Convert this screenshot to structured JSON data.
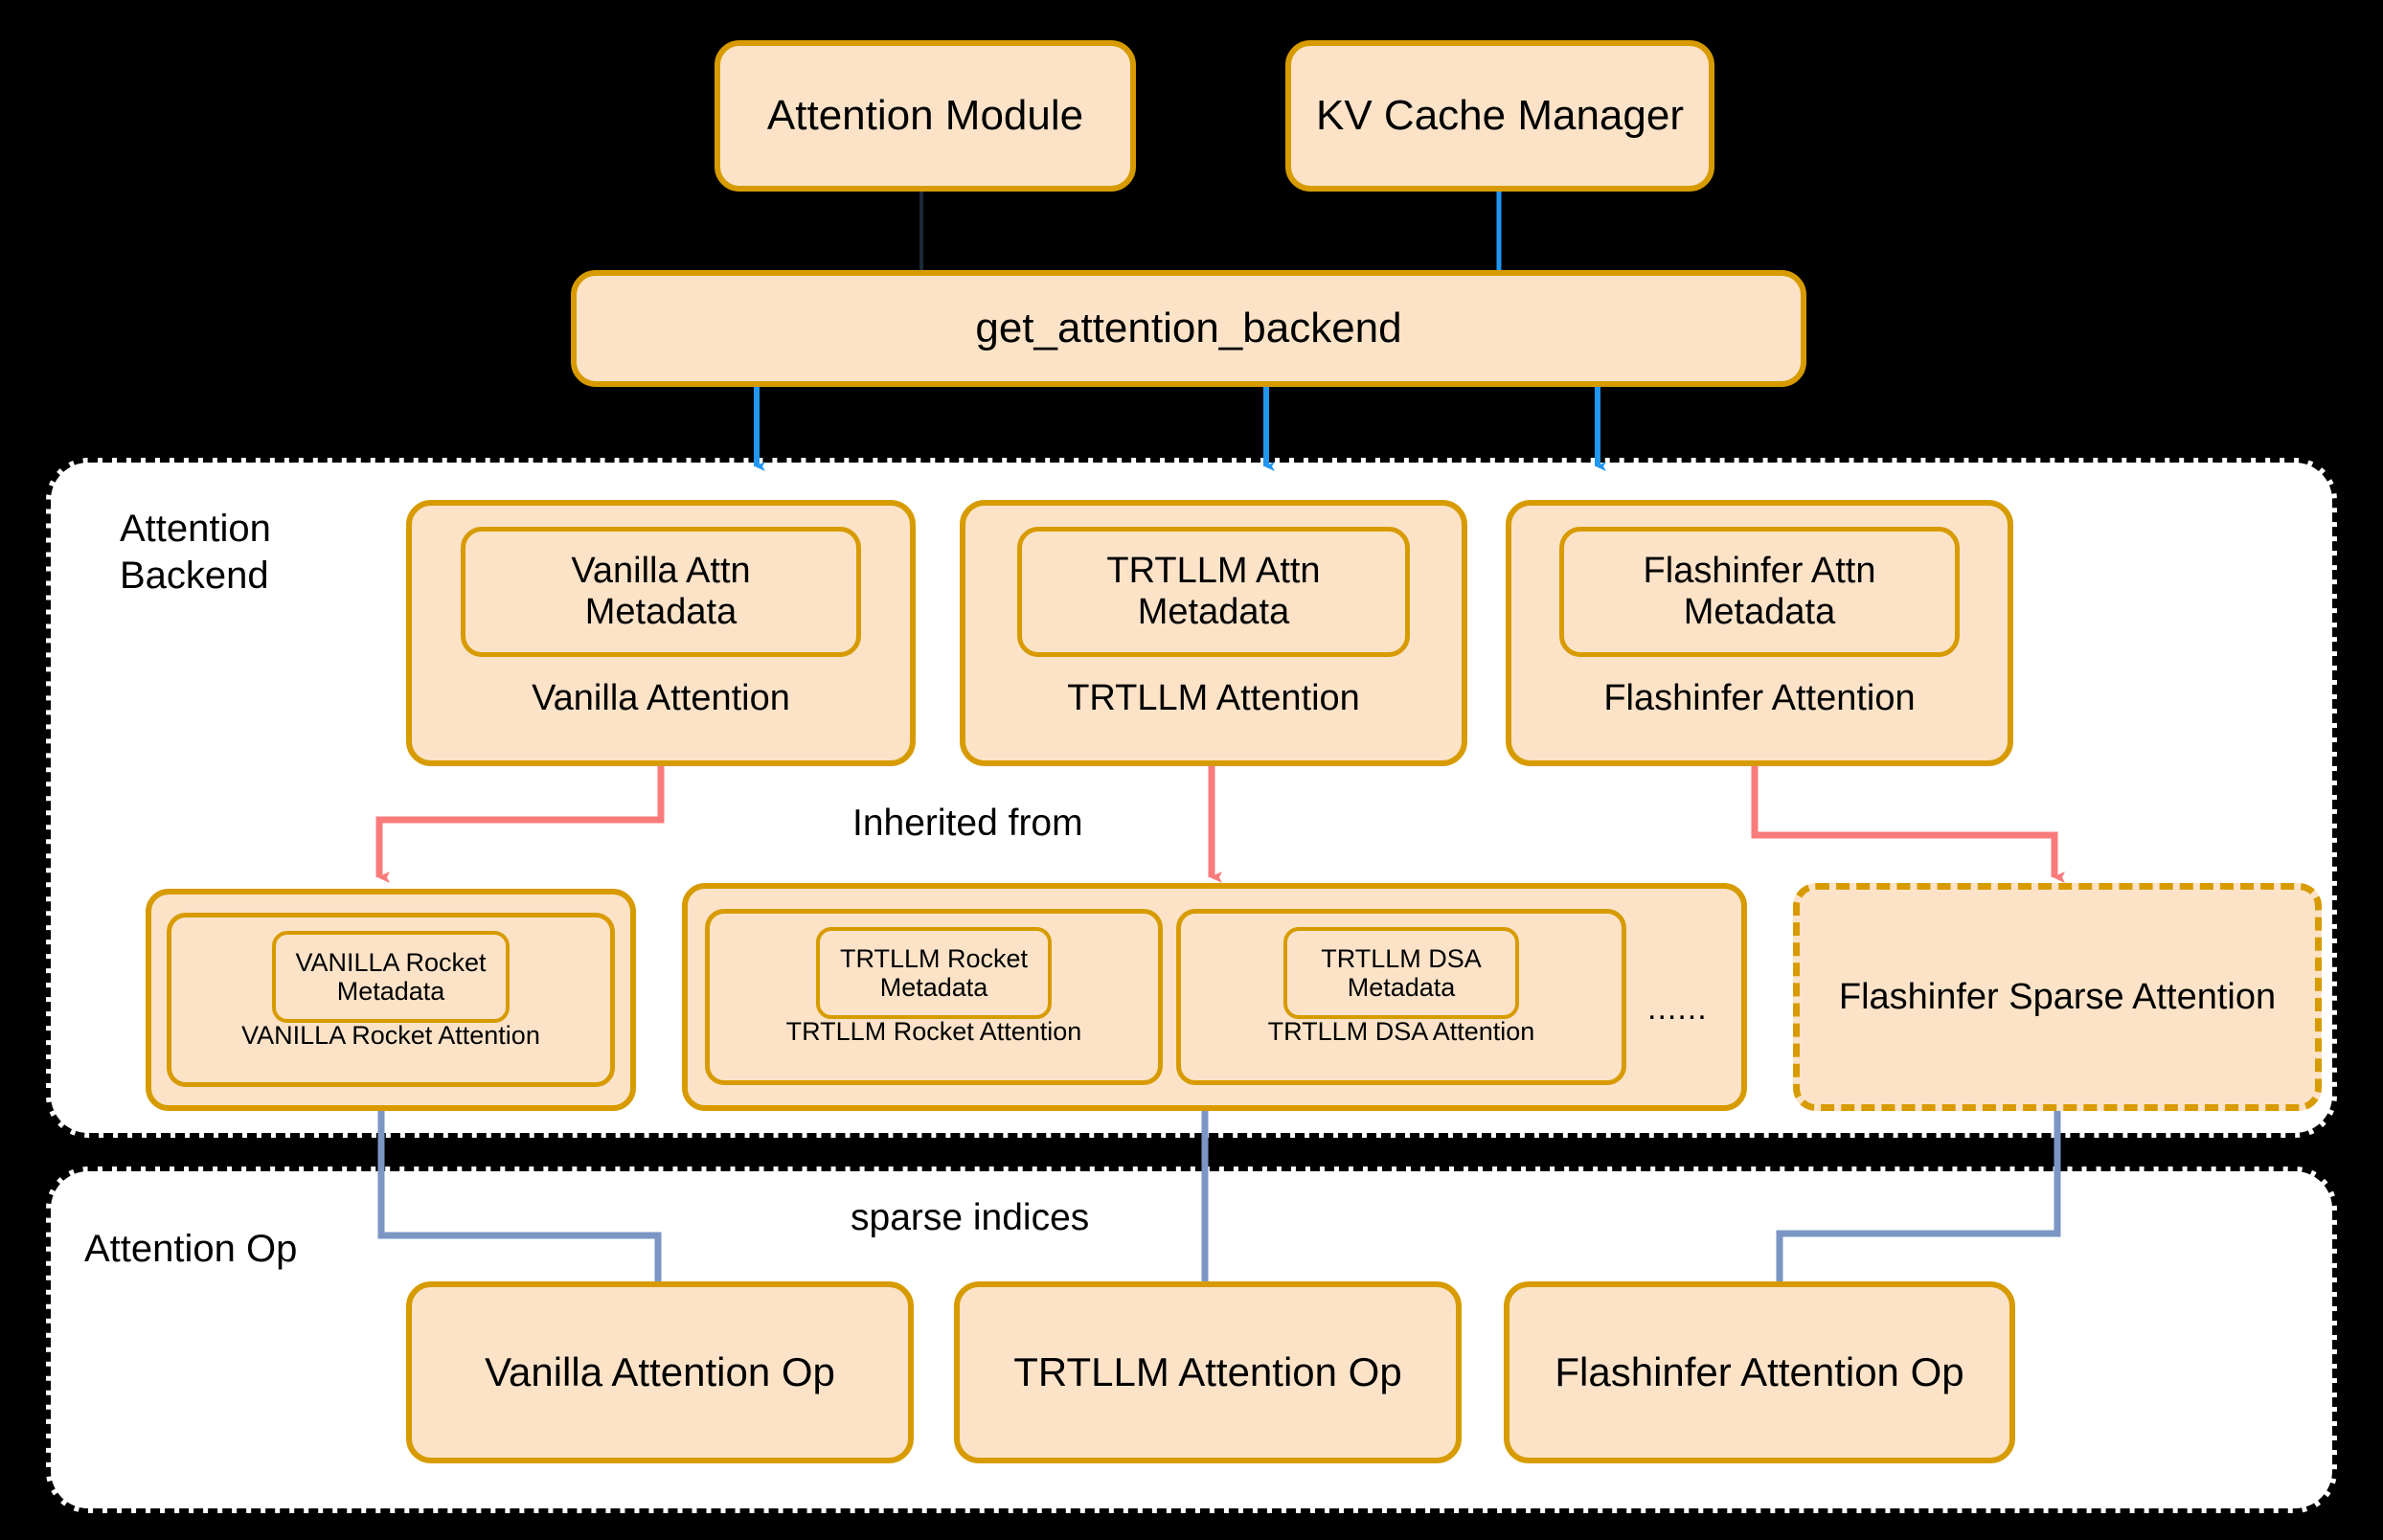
{
  "diagram": {
    "title_nodes": {
      "attention_module": "Attention Module",
      "kv_cache_manager": "KV Cache Manager",
      "get_attention_backend": "get_attention_backend"
    },
    "sections": [
      {
        "id": "attention-backend",
        "label": "Attention\nBackend"
      },
      {
        "id": "attention-op",
        "label": "Attention Op"
      }
    ],
    "backends": [
      {
        "metadata": "Vanilla Attn\nMetadata",
        "name": "Vanilla Attention"
      },
      {
        "metadata": "TRTLLM Attn\nMetadata",
        "name": "TRTLLM Attention"
      },
      {
        "metadata": "Flashinfer Attn\nMetadata",
        "name": "Flashinfer Attention"
      }
    ],
    "sparse_groups": [
      {
        "id": "vanilla-group",
        "children": [
          {
            "metadata": "VANILLA Rocket\nMetadata",
            "name": "VANILLA Rocket Attention"
          }
        ],
        "ellipsis": ""
      },
      {
        "id": "trtllm-group",
        "children": [
          {
            "metadata": "TRTLLM Rocket\nMetadata",
            "name": "TRTLLM Rocket Attention"
          },
          {
            "metadata": "TRTLLM DSA\nMetadata",
            "name": "TRTLLM DSA Attention"
          }
        ],
        "ellipsis": "......"
      }
    ],
    "sparse_standalone": {
      "name": "Flashinfer Sparse Attention",
      "style": "dashed"
    },
    "attention_ops": [
      {
        "name": "Vanilla Attention Op"
      },
      {
        "name": "TRTLLM Attention Op"
      },
      {
        "name": "Flashinfer Attention Op"
      }
    ],
    "edge_labels": {
      "inherited_from": "Inherited from",
      "sparse_indices": "sparse indices"
    },
    "colors": {
      "node_fill": "#fce3c8",
      "node_border": "#d79b00",
      "blue_arrow": "#2196f3",
      "red_arrow": "#fa7b7b",
      "slate_arrow": "#7b96c4",
      "section_bg": "#ffffff",
      "canvas": "#000000"
    }
  }
}
